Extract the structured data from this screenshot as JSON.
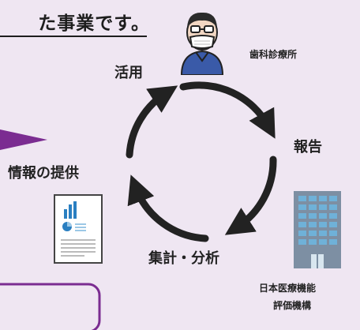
{
  "heading": "た事業です。",
  "labels": {
    "use": "活用",
    "report": "報告",
    "provide": "情報の提供",
    "aggregate": "集計・分析",
    "clinic": "歯科診療所",
    "org_line1": "日本医療機能",
    "org_line2": "評価機構"
  },
  "colors": {
    "background": "#efe6f2",
    "accent_purple": "#7b2c91",
    "arrow": "#222222",
    "building_blue": "#6fb1d8",
    "chart_blue": "#2a7fc1"
  },
  "icons": {
    "dentist": "dentist-with-mask-icon",
    "report": "report-document-icon",
    "building": "building-icon"
  }
}
